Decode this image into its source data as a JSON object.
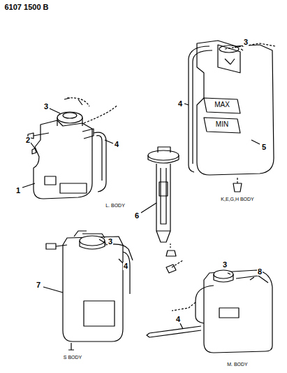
{
  "diagram": {
    "labels": [
      "6107 1500 B",
      "3",
      "2",
      "4",
      "1",
      "L. BODY",
      "3",
      "4",
      "MAX",
      "MIN",
      "5",
      "K,E,G,H BODY",
      "6",
      "3",
      "4",
      "7",
      "S BODY",
      "3",
      "8",
      "4",
      "M. BODY"
    ]
  }
}
